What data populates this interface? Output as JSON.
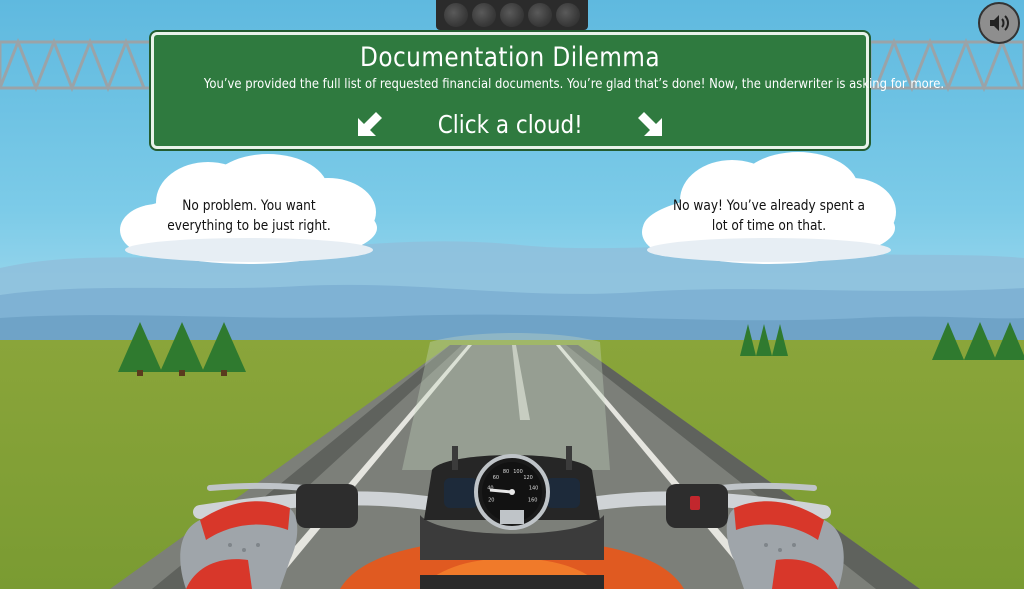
{
  "sign": {
    "title": "Documentation Dilemma",
    "text": "You’ve provided the full list of requested financial documents. You’re glad that’s done! Now, the underwriter is asking for more.",
    "cta": "Click a cloud!"
  },
  "clouds": {
    "left": {
      "line1": "No problem. You want",
      "line2": "everything to be just right."
    },
    "right": {
      "line1": "No way! You’ve already spent a",
      "line2": "lot of time on that."
    }
  },
  "controls": {
    "sound_icon": "speaker-icon"
  },
  "speedometer": {
    "ticks": [
      "20",
      "40",
      "60",
      "80",
      "100",
      "120",
      "140",
      "160"
    ]
  },
  "colors": {
    "sign_green": "#2f7a3f",
    "sky": "#6fc3e3",
    "grass": "#7f9e35",
    "road": "#7c7f79",
    "glove_red": "#d8372a"
  }
}
